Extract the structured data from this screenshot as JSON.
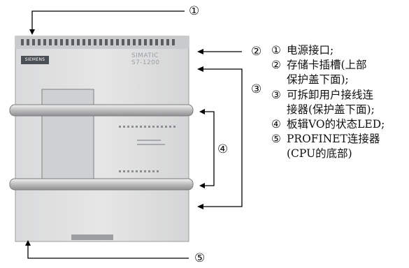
{
  "device": {
    "brand": "SIEMENS",
    "model_line1": "SIMATIC",
    "model_line2": "S7-1200"
  },
  "callouts": {
    "c1": "①",
    "c2": "②",
    "c3": "③",
    "c4": "④",
    "c5": "⑤"
  },
  "legend": {
    "item1": {
      "marker": "①",
      "text": "电源接口;"
    },
    "item2": {
      "marker": "②",
      "text": "存储卡插槽(上部",
      "cont": "保护盖下面);"
    },
    "item3": {
      "marker": "③",
      "text": "可拆卸用户接线连",
      "cont": "接器(保护盖下面);"
    },
    "item4": {
      "marker": "④",
      "text": "板辑VO的状态LED;"
    },
    "item5": {
      "marker": "⑤",
      "text": "PROFINET连接器",
      "cont": "(CPU的底部)"
    }
  }
}
